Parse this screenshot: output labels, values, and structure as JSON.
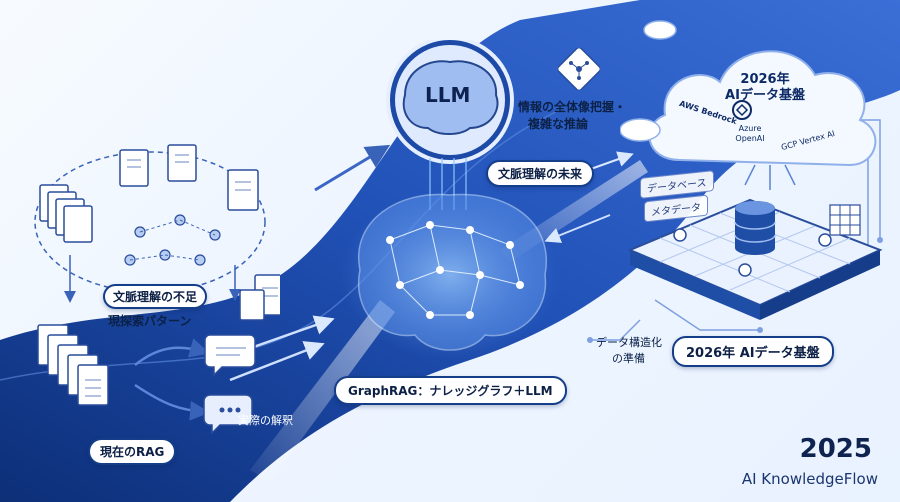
{
  "left": {
    "label_gap": "文脈理解の不足",
    "label_pattern": "現探索パターン",
    "label_current_rag": "現在のRAG",
    "label_actual": "実際の解釈"
  },
  "center": {
    "llm_label": "LLM",
    "graphrag_label": "GraphRAG：ナレッジグラフ＋LLM",
    "future_label": "文脈理解の未来",
    "insight_line1": "情報の全体像把握・",
    "insight_line2": "複雑な推論"
  },
  "right": {
    "cloud_title_line1": "2026年",
    "cloud_title_line2": "AIデータ基盤",
    "provider_aws": "AWS Bedrock",
    "provider_azure_line1": "Azure",
    "provider_azure_line2": "OpenAI",
    "provider_gcp": "GCP Vertex AI",
    "tag_database": "データベース",
    "tag_metadata": "メタデータ",
    "prep_line1": "データ構造化",
    "prep_line2": "の準備",
    "platform_label": "2026年 AIデータ基盤"
  },
  "brand": {
    "year": "2025",
    "name": "AI KnowledgeFlow"
  }
}
